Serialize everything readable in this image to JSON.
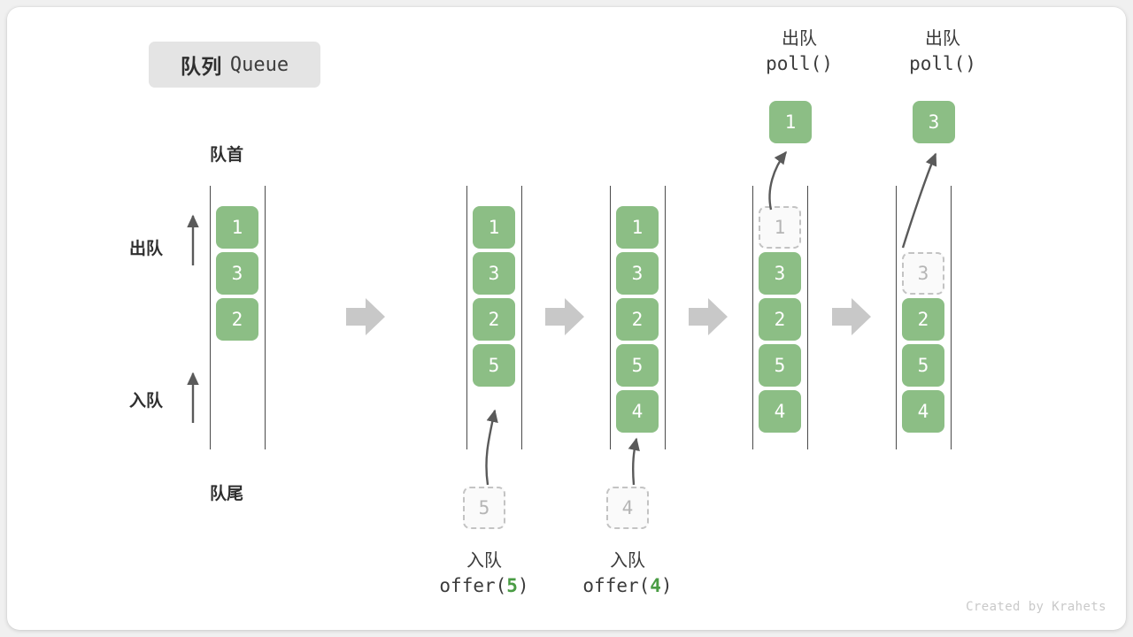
{
  "title": {
    "cn": "队列",
    "en": "Queue"
  },
  "axis_labels": {
    "head": "队首",
    "tail": "队尾",
    "dequeue": "出队",
    "enqueue": "入队"
  },
  "watermark": "Created by Krahets",
  "colors": {
    "cell_fill": "#8CBE85",
    "cell_text": "#FFFFFF",
    "ghost_border": "#C3C3C3",
    "ghost_text": "#B5B5B5",
    "rail": "#4A4A4A",
    "arrow_gray": "#C8C8C8",
    "accent_green": "#4A9C44",
    "badge_bg": "#E4E4E4"
  },
  "steps": [
    {
      "id": "initial",
      "cells": [
        {
          "value": "1",
          "state": "filled"
        },
        {
          "value": "3",
          "state": "filled"
        },
        {
          "value": "2",
          "state": "filled"
        }
      ],
      "top_label": null,
      "bottom_label": null,
      "incoming": null,
      "outgoing": null
    },
    {
      "id": "offer-5",
      "cells": [
        {
          "value": "1",
          "state": "filled"
        },
        {
          "value": "3",
          "state": "filled"
        },
        {
          "value": "2",
          "state": "filled"
        },
        {
          "value": "5",
          "state": "filled"
        }
      ],
      "top_label": null,
      "bottom_label": {
        "cn": "入队",
        "code_pre": "offer(",
        "code_num": "5",
        "code_post": ")"
      },
      "incoming": {
        "value": "5"
      },
      "outgoing": null
    },
    {
      "id": "offer-4",
      "cells": [
        {
          "value": "1",
          "state": "filled"
        },
        {
          "value": "3",
          "state": "filled"
        },
        {
          "value": "2",
          "state": "filled"
        },
        {
          "value": "5",
          "state": "filled"
        },
        {
          "value": "4",
          "state": "filled"
        }
      ],
      "top_label": null,
      "bottom_label": {
        "cn": "入队",
        "code_pre": "offer(",
        "code_num": "4",
        "code_post": ")"
      },
      "incoming": {
        "value": "4"
      },
      "outgoing": null
    },
    {
      "id": "poll-1",
      "cells": [
        {
          "value": "1",
          "state": "ghost"
        },
        {
          "value": "3",
          "state": "filled"
        },
        {
          "value": "2",
          "state": "filled"
        },
        {
          "value": "5",
          "state": "filled"
        },
        {
          "value": "4",
          "state": "filled"
        }
      ],
      "top_label": {
        "cn": "出队",
        "code_pre": "poll(",
        "code_num": "",
        "code_post": ")"
      },
      "bottom_label": null,
      "incoming": null,
      "outgoing": {
        "value": "1"
      }
    },
    {
      "id": "poll-3",
      "cells": [
        {
          "value": "",
          "state": "empty"
        },
        {
          "value": "3",
          "state": "ghost"
        },
        {
          "value": "2",
          "state": "filled"
        },
        {
          "value": "5",
          "state": "filled"
        },
        {
          "value": "4",
          "state": "filled"
        }
      ],
      "top_label": {
        "cn": "出队",
        "code_pre": "poll(",
        "code_num": "",
        "code_post": ")"
      },
      "bottom_label": null,
      "incoming": null,
      "outgoing": {
        "value": "3"
      }
    }
  ]
}
